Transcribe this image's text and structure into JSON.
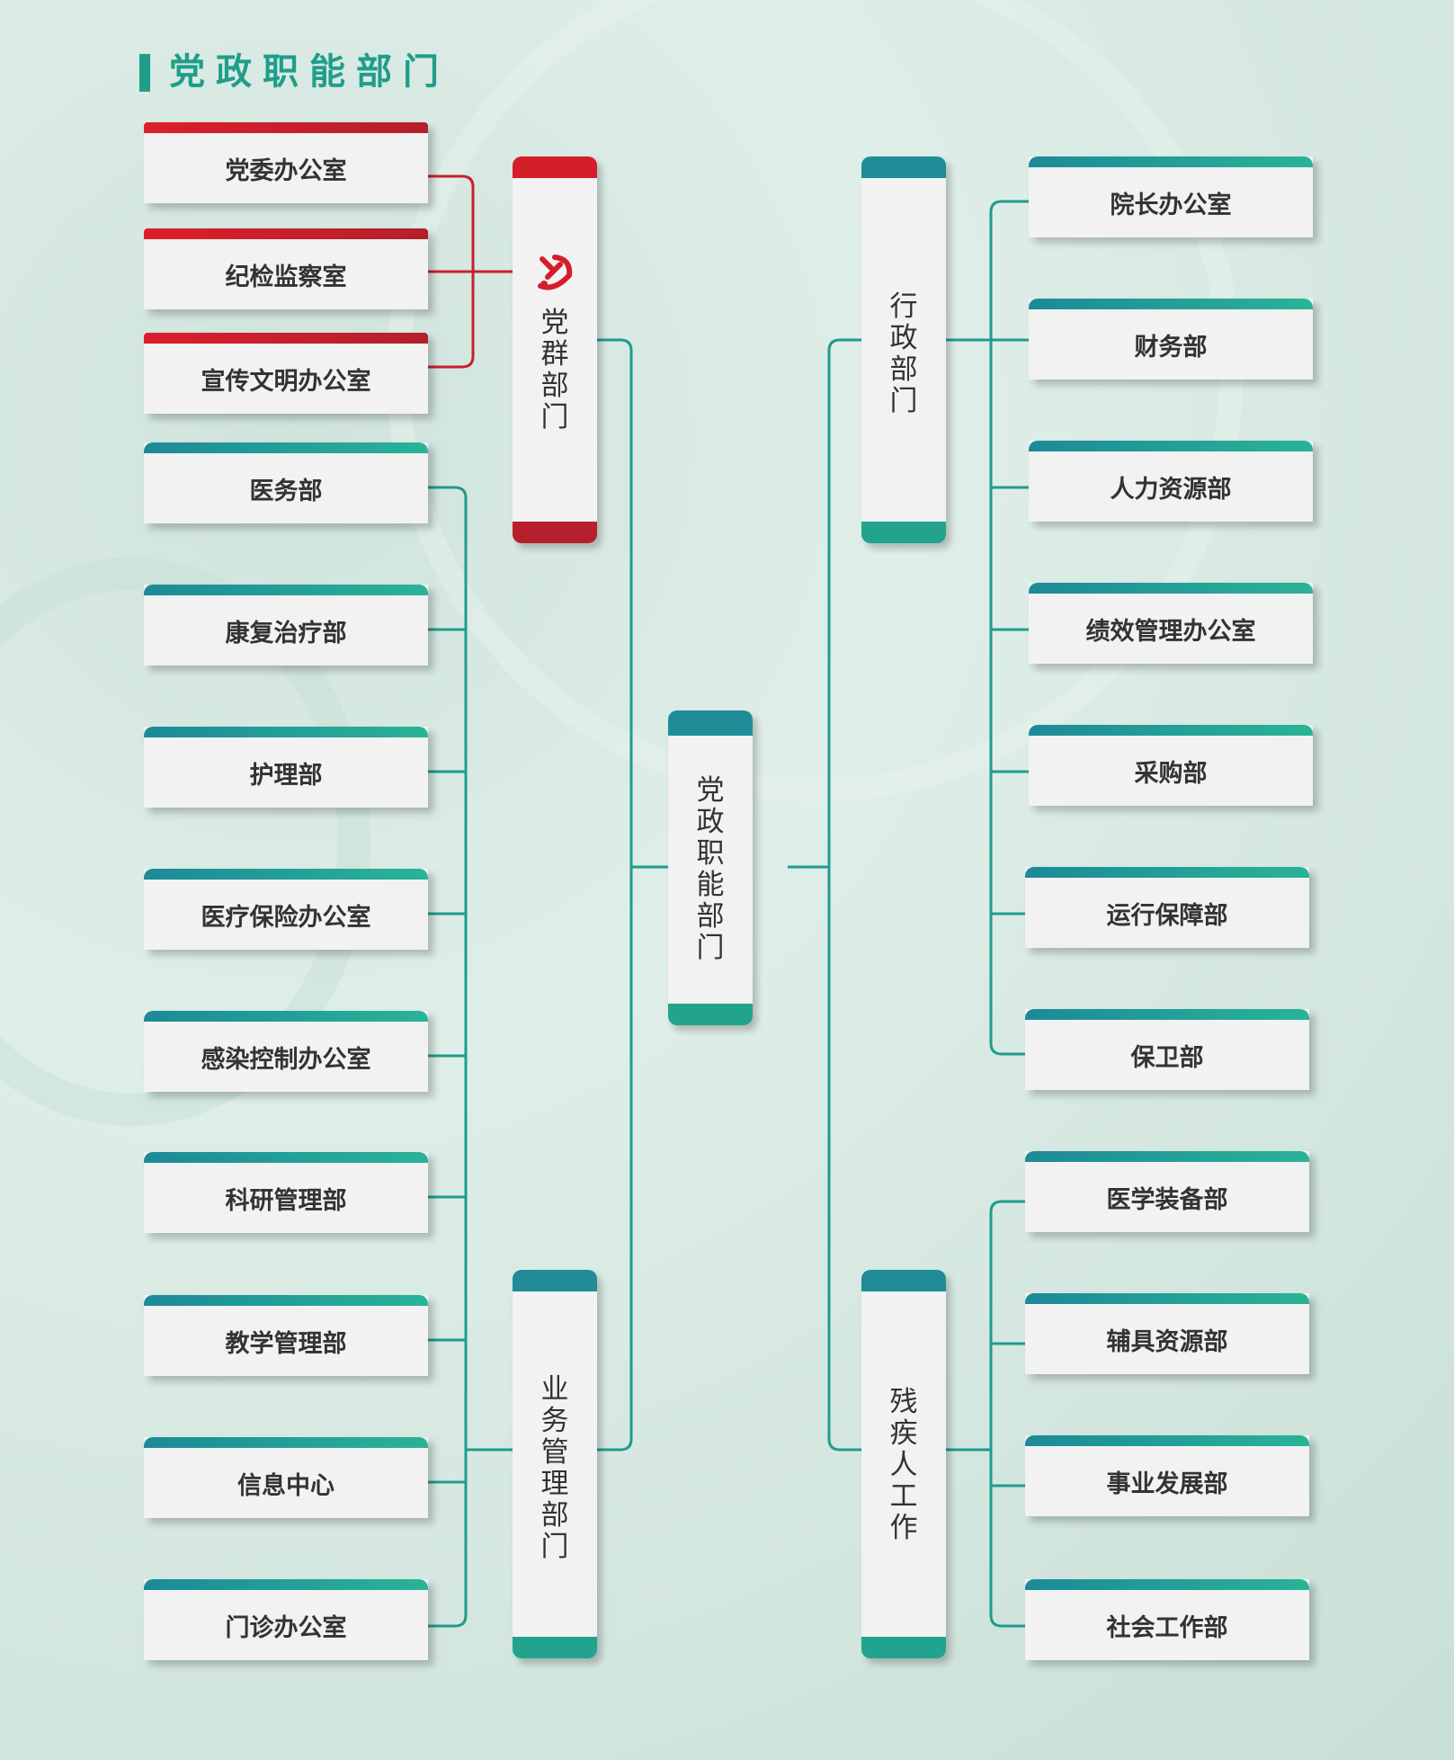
{
  "page_title": "党政职能部门",
  "center_node": "党政职能部门",
  "groups": {
    "party": {
      "title": "党群部门",
      "icon": "party-emblem-icon",
      "color": "#d41e2a",
      "items": [
        "党委办公室",
        "纪检监察室",
        "宣传文明办公室"
      ]
    },
    "business": {
      "title": "业务管理部门",
      "items": [
        "医务部",
        "康复治疗部",
        "护理部",
        "医疗保险办公室",
        "感染控制办公室",
        "科研管理部",
        "教学管理部",
        "信息中心",
        "门诊办公室"
      ]
    },
    "admin": {
      "title": "行政部门",
      "items": [
        "院长办公室",
        "财务部",
        "人力资源部",
        "绩效管理办公室",
        "采购部",
        "运行保障部",
        "保卫部"
      ]
    },
    "disabled": {
      "title": "残疾人工作",
      "items": [
        "医学装备部",
        "辅具资源部",
        "事业发展部",
        "社会工作部"
      ]
    }
  },
  "colors": {
    "teal": "#1f9e8a",
    "teal_dark": "#1c8a98",
    "red": "#d41e2a",
    "box_bg": "#f2f2f2",
    "text": "#333333"
  }
}
